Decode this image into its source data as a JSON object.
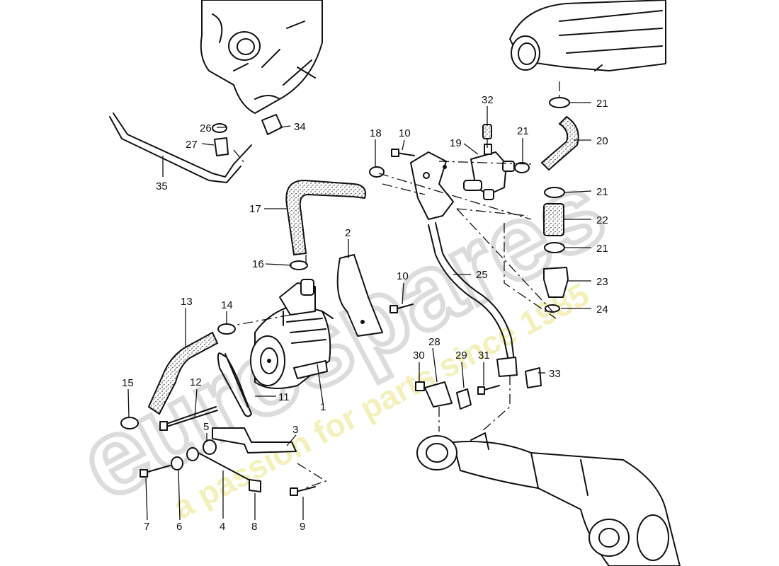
{
  "watermark": {
    "brand": "eurospares",
    "tagline": "a passion for parts since 1985",
    "brand_color": "#d9d9d9",
    "tagline_color": "#f2efb3"
  },
  "callouts": [
    {
      "id": "c1",
      "text": "1"
    },
    {
      "id": "c2",
      "text": "2"
    },
    {
      "id": "c3",
      "text": "3"
    },
    {
      "id": "c4",
      "text": "4"
    },
    {
      "id": "c5",
      "text": "5"
    },
    {
      "id": "c6",
      "text": "6"
    },
    {
      "id": "c7",
      "text": "7"
    },
    {
      "id": "c8",
      "text": "8"
    },
    {
      "id": "c9",
      "text": "9"
    },
    {
      "id": "c10a",
      "text": "10"
    },
    {
      "id": "c10b",
      "text": "10"
    },
    {
      "id": "c11",
      "text": "11"
    },
    {
      "id": "c12",
      "text": "12"
    },
    {
      "id": "c13",
      "text": "13"
    },
    {
      "id": "c14",
      "text": "14"
    },
    {
      "id": "c15",
      "text": "15"
    },
    {
      "id": "c16",
      "text": "16"
    },
    {
      "id": "c17",
      "text": "17"
    },
    {
      "id": "c18",
      "text": "18"
    },
    {
      "id": "c19",
      "text": "19"
    },
    {
      "id": "c20",
      "text": "20"
    },
    {
      "id": "c21a",
      "text": "21"
    },
    {
      "id": "c21b",
      "text": "21"
    },
    {
      "id": "c21c",
      "text": "21"
    },
    {
      "id": "c21d",
      "text": "21"
    },
    {
      "id": "c22",
      "text": "22"
    },
    {
      "id": "c23",
      "text": "23"
    },
    {
      "id": "c24",
      "text": "24"
    },
    {
      "id": "c25",
      "text": "25"
    },
    {
      "id": "c26",
      "text": "26"
    },
    {
      "id": "c27",
      "text": "27"
    },
    {
      "id": "c28",
      "text": "28"
    },
    {
      "id": "c29",
      "text": "29"
    },
    {
      "id": "c30",
      "text": "30"
    },
    {
      "id": "c31",
      "text": "31"
    },
    {
      "id": "c32",
      "text": "32"
    },
    {
      "id": "c33",
      "text": "33"
    },
    {
      "id": "c34",
      "text": "34"
    },
    {
      "id": "c35",
      "text": "35"
    }
  ]
}
